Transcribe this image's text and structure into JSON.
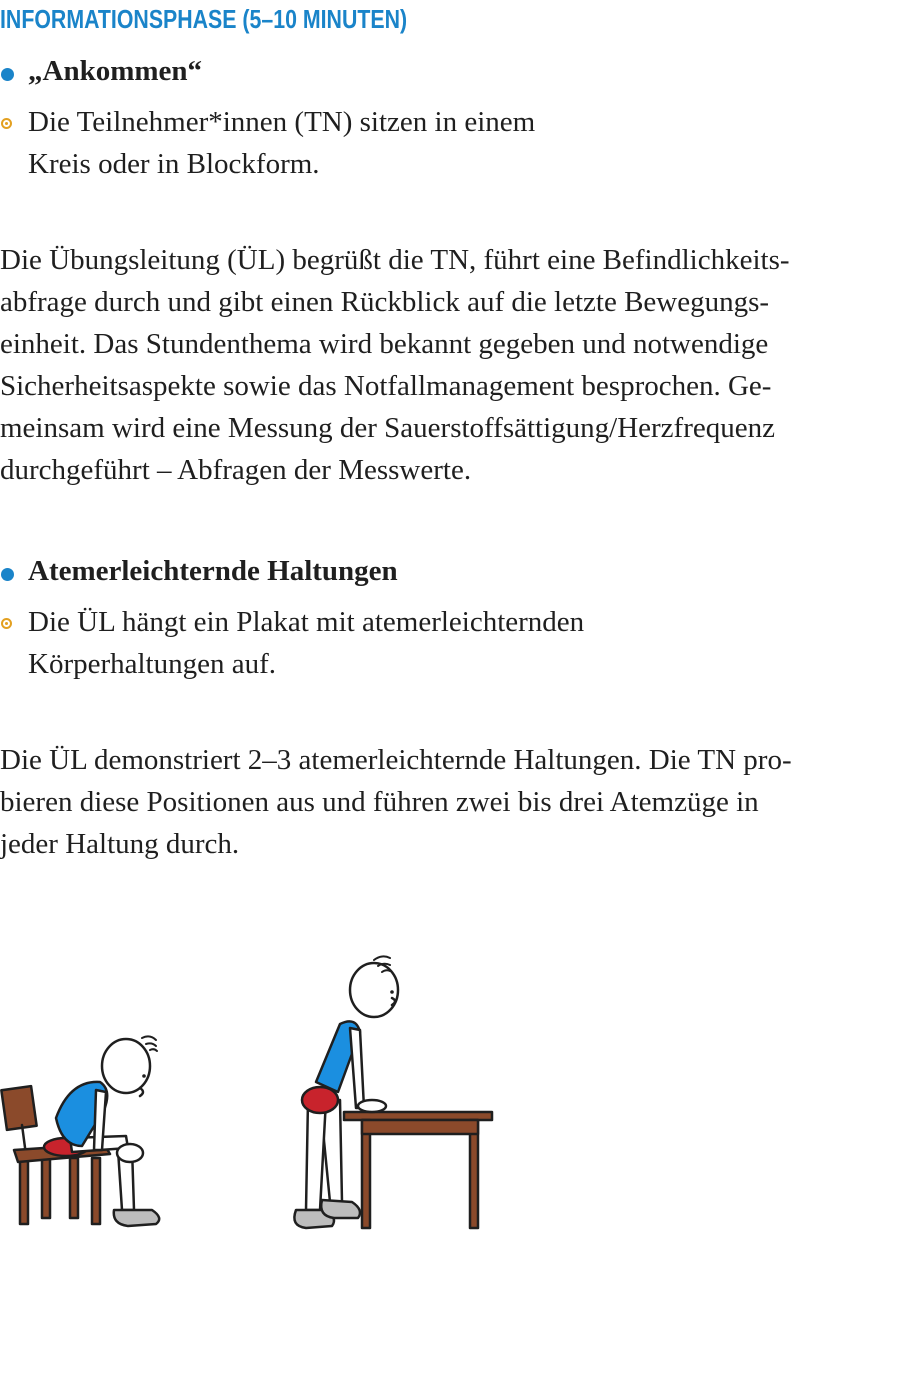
{
  "heading": "INFORMATIONSPHASE (5–10 MINUTEN)",
  "sections": [
    {
      "title": "„Ankommen“",
      "sub_lines": [
        "Die Teilnehmer*innen (TN) sitzen in einem",
        "Kreis oder in Blockform."
      ],
      "paragraph_lines": [
        "Die Übungsleitung (ÜL) begrüßt die TN, führt eine Befindlichkeits-",
        "abfrage durch und gibt einen Rückblick auf die letzte Bewegungs-",
        "einheit. Das Stundenthema wird bekannt gegeben und notwendige",
        "Sicherheitsaspekte sowie das Notfallmanagement besprochen. Ge-",
        "meinsam wird eine Messung der Sauerstoffsättigung/Herzfrequenz",
        "durchgeführt – Abfragen der Messwerte."
      ]
    },
    {
      "title": "Atemerleichternde Haltungen",
      "sub_lines": [
        "Die ÜL hängt ein Plakat mit atemerleichternden",
        "Körperhaltungen auf."
      ],
      "paragraph_lines": [
        "Die ÜL demonstriert 2–3 atemerleichternde Haltungen. Die TN pro-",
        "bieren diese Positionen aus und führen zwei bis drei Atemzüge in",
        "jeder Haltung durch."
      ]
    }
  ],
  "colors": {
    "accent": "#1a84c9",
    "bullet_ring": "#e3a021",
    "shirt": "#1b8fe0",
    "cushion": "#c8232c",
    "furniture": "#8b4a2b",
    "shoe": "#bdbdbd"
  }
}
